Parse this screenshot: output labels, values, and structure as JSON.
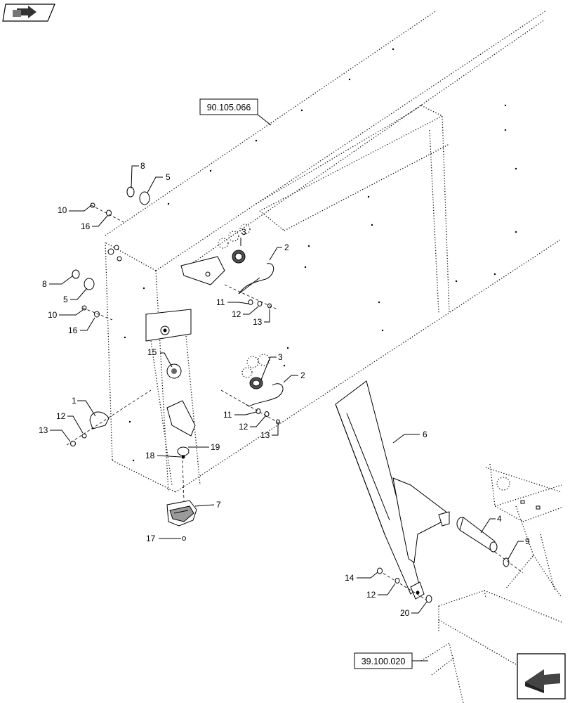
{
  "nav": {
    "prev_icon": "back-to-index-icon",
    "next_icon": "next-page-arrow-icon"
  },
  "references": {
    "top": "90.105.066",
    "bottom": "39.100.020"
  },
  "callouts": {
    "c1": "1",
    "c2a": "2",
    "c2b": "2",
    "c3a": "3",
    "c3b": "3",
    "c4": "4",
    "c5a": "5",
    "c5b": "5",
    "c6": "6",
    "c7": "7",
    "c8a": "8",
    "c8b": "8",
    "c9": "9",
    "c10a": "10",
    "c10b": "10",
    "c11a": "11",
    "c11b": "11",
    "c12a": "12",
    "c12b": "12",
    "c12c": "12",
    "c12d": "12",
    "c13a": "13",
    "c13b": "13",
    "c13c": "13",
    "c14": "14",
    "c15": "15",
    "c16a": "16",
    "c16b": "16",
    "c17": "17",
    "c18": "18",
    "c19": "19",
    "c20": "20"
  }
}
